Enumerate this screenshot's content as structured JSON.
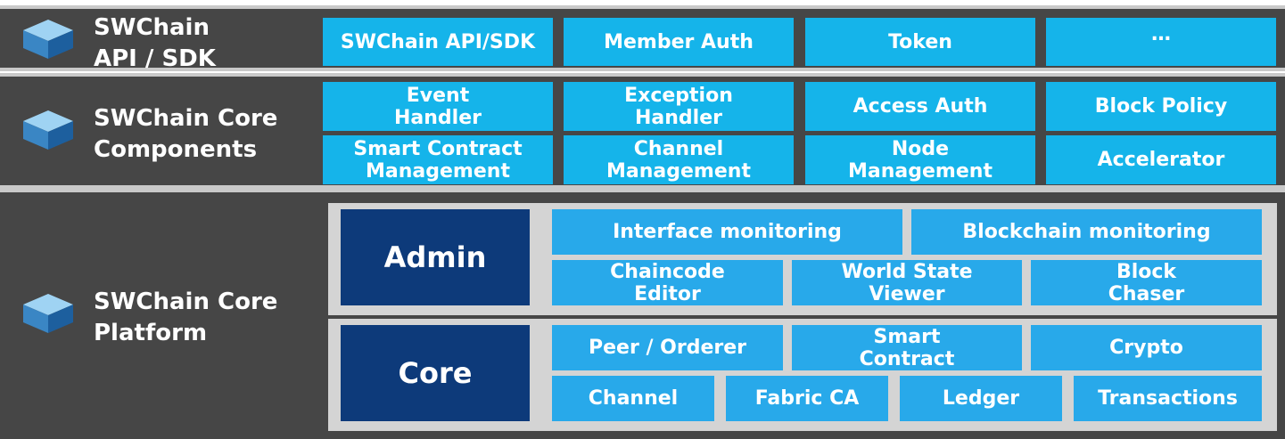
{
  "layers": [
    {
      "title": "SWChain\nAPI / SDK",
      "items": [
        "SWChain API/SDK",
        "Member Auth",
        "Token",
        "…"
      ]
    },
    {
      "title": "SWChain Core\nComponents",
      "items": [
        "Event\nHandler",
        "Exception\nHandler",
        "Access Auth",
        "Block Policy",
        "Smart Contract\nManagement",
        "Channel\nManagement",
        "Node\nManagement",
        "Accelerator"
      ]
    },
    {
      "title": "SWChain Core\nPlatform",
      "admin": {
        "label": "Admin",
        "items": [
          "Interface monitoring",
          "Blockchain monitoring",
          "Chaincode\nEditor",
          "World State\nViewer",
          "Block\nChaser"
        ]
      },
      "core": {
        "label": "Core",
        "items": [
          "Peer / Orderer",
          "Smart\nContract",
          "Crypto",
          "Channel",
          "Fabric CA",
          "Ledger",
          "Transactions"
        ]
      }
    }
  ],
  "colors": {
    "layer_bg": "#464646",
    "box": "#15b4ea",
    "dark_box": "#0d3a7a",
    "group_bg": "#d4d4d4"
  }
}
